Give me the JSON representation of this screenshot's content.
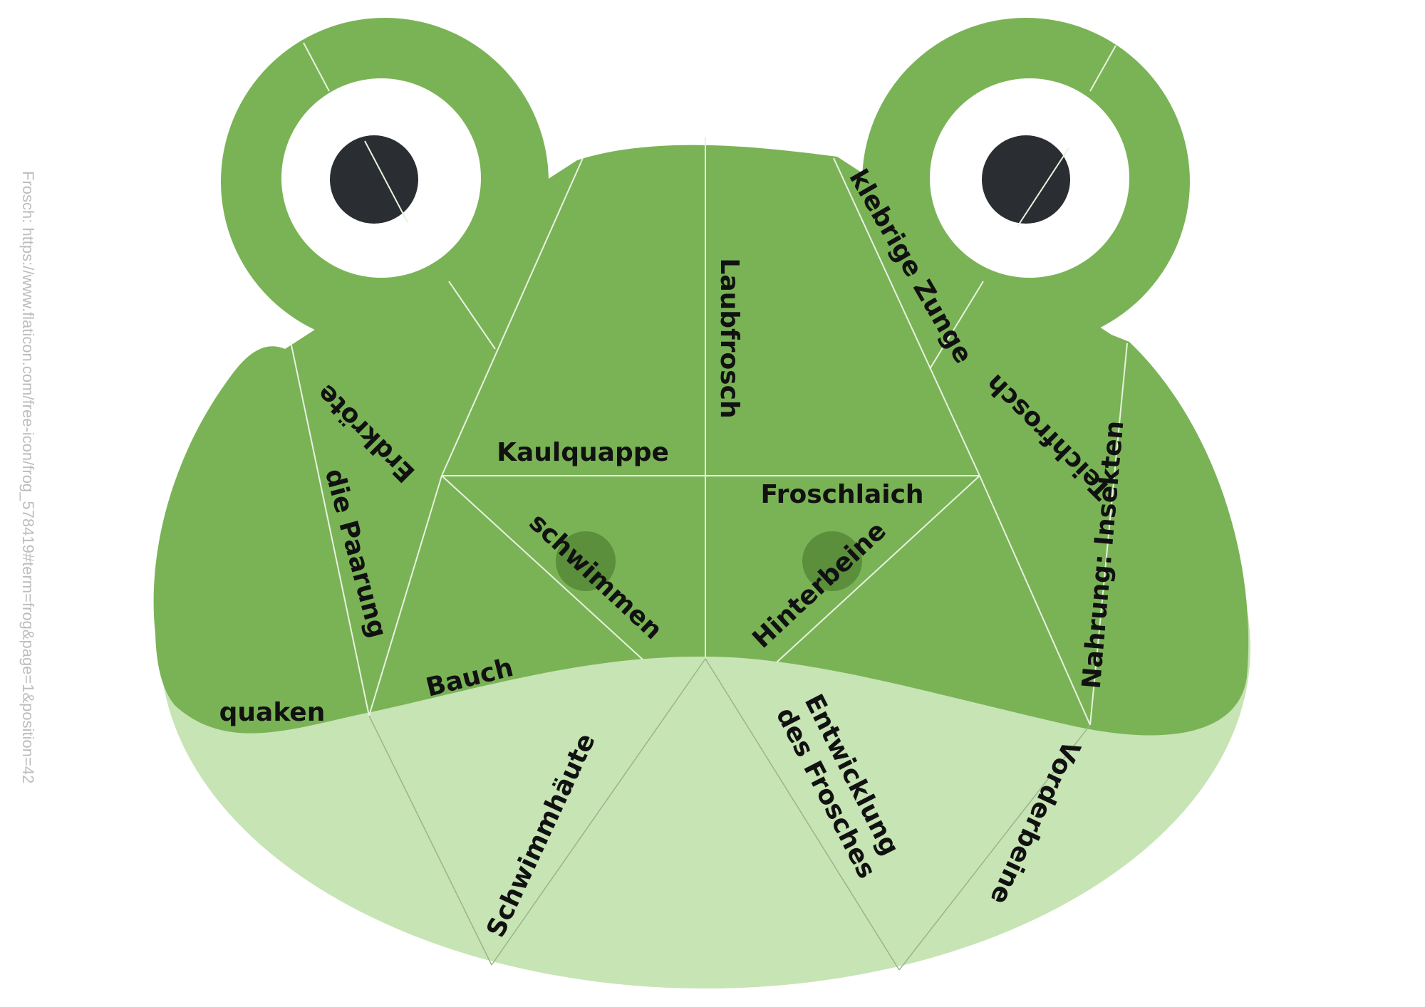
{
  "colors": {
    "body_green": "#7ab356",
    "belly_green": "#c7e4b4",
    "eye_white": "#ffffff",
    "pupil": "#2a2e33",
    "nostril": "#5b8f3c",
    "fold_line_light": "#e8f2df",
    "fold_line_dark": "#9ab58a",
    "credit_gray": "#bdbdbd"
  },
  "credit": "Frosch: https://www.flaticon.com/free-icon/frog_578419#term=frog&page=1&position=42",
  "labels": {
    "laubfrosch": "Laubfrosch",
    "klebrige_zunge": "klebrige Zunge",
    "erdkroete": "Erdkröte",
    "kaulquappe": "Kaulquappe",
    "teichfrosch": "Teichfrosch",
    "die_paarung": "die Paarung",
    "froschlaich": "Froschlaich",
    "schwimmen": "schwimmen",
    "hinterbeine": "Hinterbeine",
    "nahrung_insekten": "Nahrung: Insekten",
    "bauch": "Bauch",
    "quaken": "quaken",
    "schwimmhaeute": "Schwimmhäute",
    "entwicklung_line1": "Entwicklung",
    "entwicklung_line2": "des Frosches",
    "vorderbeine": "Vorderbeine"
  }
}
